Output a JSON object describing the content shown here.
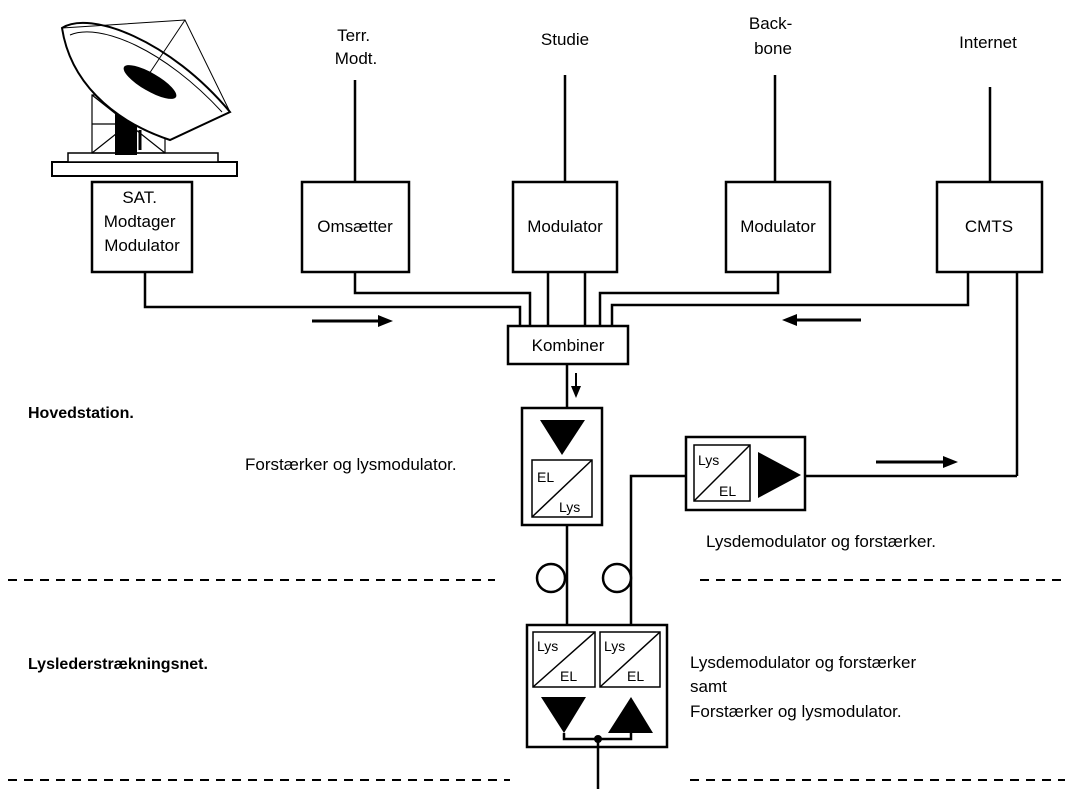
{
  "sources": {
    "terr": [
      "Terr.",
      "Modt."
    ],
    "studie": "Studie",
    "backbone": [
      "Back-",
      "bone"
    ],
    "internet": "Internet"
  },
  "boxes": {
    "sat": [
      "SAT.",
      "Modtager",
      "Modulator"
    ],
    "omsaetter": "Omsætter",
    "modulator1": "Modulator",
    "modulator2": "Modulator",
    "cmts": "CMTS",
    "kombiner": "Kombiner"
  },
  "converter_labels": {
    "el": "EL",
    "lys": "Lys"
  },
  "sections": {
    "hovedstation": "Hovedstation.",
    "lysleder": "Lyslederstrækningsnet."
  },
  "captions": {
    "forstaerker_lysmod": "Forstærker og lysmodulator.",
    "lysdemod_forstaerker": "Lysdemodulator og forstærker.",
    "node_line1": "Lysdemodulator og forstærker",
    "node_line2": "samt",
    "node_line3": "Forstærker og lysmodulator."
  }
}
